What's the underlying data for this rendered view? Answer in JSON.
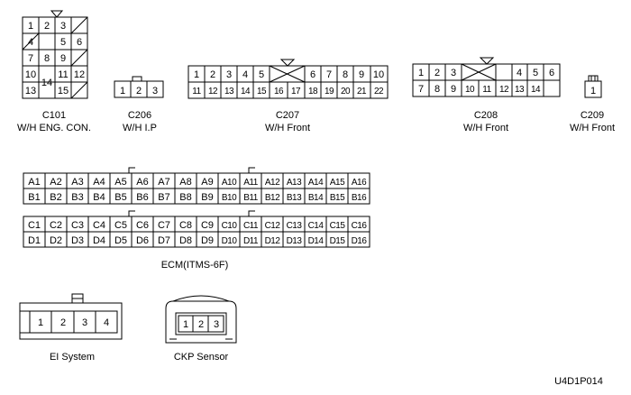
{
  "diagram_id": "U4D1P014",
  "connectors": {
    "c101": {
      "code": "C101",
      "name": "W/H ENG. CON.",
      "pins": [
        "1",
        "2",
        "3",
        "4",
        "5",
        "6",
        "7",
        "8",
        "9",
        "10",
        "11",
        "12",
        "13",
        "14",
        "15"
      ]
    },
    "c206": {
      "code": "C206",
      "name": "W/H I.P",
      "pins": [
        "1",
        "2",
        "3"
      ]
    },
    "c207": {
      "code": "C207",
      "name": "W/H Front",
      "pins_top": [
        "1",
        "2",
        "3",
        "4",
        "5",
        "6",
        "7",
        "8",
        "9",
        "10"
      ],
      "pins_bottom": [
        "11",
        "12",
        "13",
        "14",
        "15",
        "16",
        "17",
        "18",
        "19",
        "20",
        "21",
        "22"
      ]
    },
    "c208": {
      "code": "C208",
      "name": "W/H Front",
      "pins_top": [
        "1",
        "2",
        "3",
        "4",
        "5",
        "6"
      ],
      "pins_bottom": [
        "7",
        "8",
        "9",
        "10",
        "11",
        "12",
        "13",
        "14"
      ]
    },
    "c209": {
      "code": "C209",
      "name": "W/H Front",
      "pins": [
        "1"
      ]
    },
    "ecm": {
      "name": "ECM(ITMS-6F)",
      "row_a": [
        "A1",
        "A2",
        "A3",
        "A4",
        "A5",
        "A6",
        "A7",
        "A8",
        "A9",
        "A10",
        "A11",
        "A12",
        "A13",
        "A14",
        "A15",
        "A16"
      ],
      "row_b": [
        "B1",
        "B2",
        "B3",
        "B4",
        "B5",
        "B6",
        "B7",
        "B8",
        "B9",
        "B10",
        "B11",
        "B12",
        "B13",
        "B14",
        "B15",
        "B16"
      ],
      "row_c": [
        "C1",
        "C2",
        "C3",
        "C4",
        "C5",
        "C6",
        "C7",
        "C8",
        "C9",
        "C10",
        "C11",
        "C12",
        "C13",
        "C14",
        "C15",
        "C16"
      ],
      "row_d": [
        "D1",
        "D2",
        "D3",
        "D4",
        "D5",
        "D6",
        "D7",
        "D8",
        "D9",
        "D10",
        "D11",
        "D12",
        "D13",
        "D14",
        "D15",
        "D16"
      ]
    },
    "ei": {
      "name": "EI System",
      "pins": [
        "1",
        "2",
        "3",
        "4"
      ]
    },
    "ckp": {
      "name": "CKP Sensor",
      "pins": [
        "1",
        "2",
        "3"
      ]
    }
  }
}
